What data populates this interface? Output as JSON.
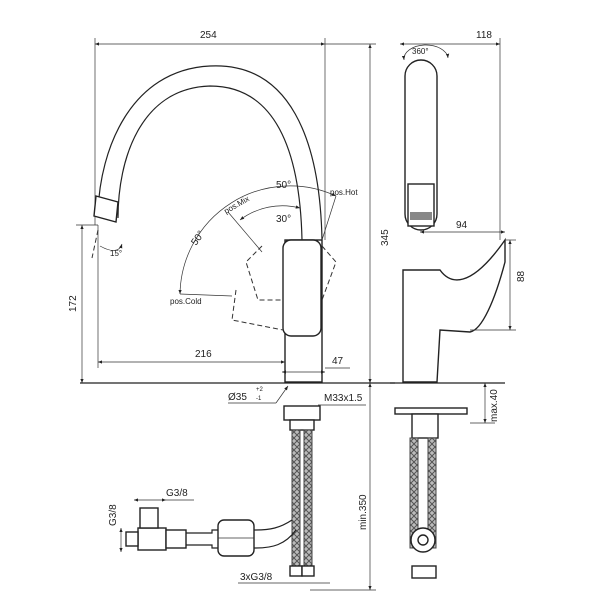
{
  "drawing": {
    "front_view": {
      "overall_width": "254",
      "height": "345",
      "spout_height": "172",
      "spout_reach": "216",
      "body_offset": "47",
      "base_diameter": "Ø35",
      "base_tolerance_upper": "+2",
      "base_tolerance_lower": "-1",
      "thread": "M33x1.5",
      "spray_angle": "15°",
      "lever_positions": {
        "cold": "pos.Cold",
        "mix": "pos.Mix",
        "hot": "pos.Hot",
        "angle_cold_mix": "50°",
        "angle_mix_hot": "50°",
        "angle_mix_offset": "30°"
      },
      "hose_connections": "3xG3/8",
      "min_hose_length": "min.350"
    },
    "side_view": {
      "depth": "118",
      "swivel": "360°",
      "lever_reach": "94",
      "lever_height": "88",
      "max_deck_thickness": "max.40"
    },
    "valve": {
      "outlet_thread": "G3/8",
      "inlet_thread": "G3/8"
    }
  }
}
